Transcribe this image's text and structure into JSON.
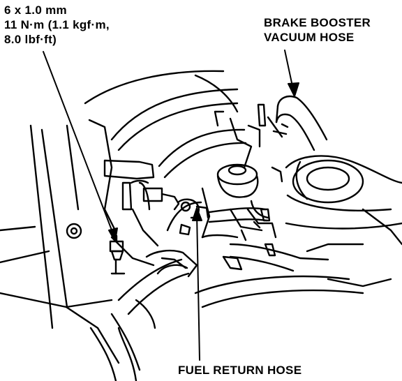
{
  "callouts": {
    "bolt_spec": {
      "line1": "6 x 1.0 mm",
      "line2": "11 N·m (1.1 kgf·m,",
      "line3": "8.0 lbf·ft)"
    },
    "brake_booster_hose": {
      "line1": "BRAKE BOOSTER",
      "line2": "VACUUM HOSE"
    },
    "fuel_return_hose": {
      "line1": "FUEL RETURN HOSE"
    }
  },
  "colors": {
    "ink": "#000000",
    "paper": "#ffffff"
  }
}
